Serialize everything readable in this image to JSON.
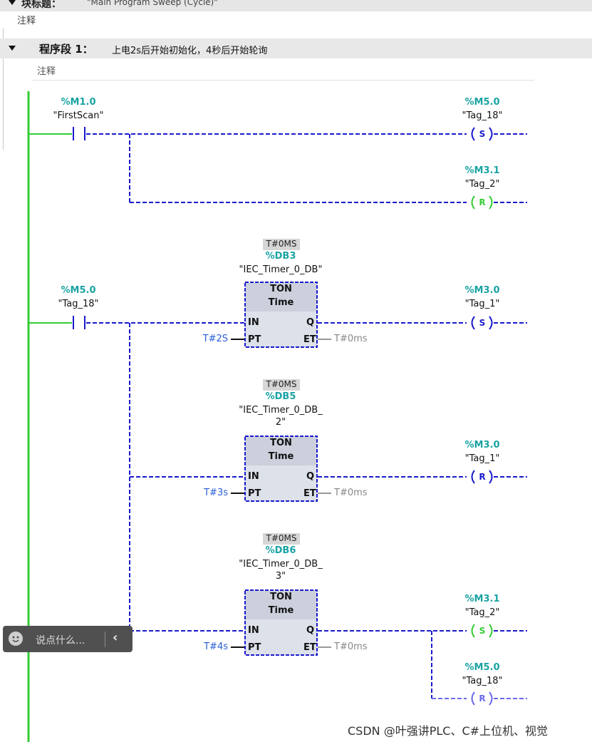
{
  "block_header": {
    "title": "块标题：",
    "value": "\"Main Program Sweep (Cycle)\""
  },
  "block_comment": "注释",
  "segment": {
    "label": "程序段 1：",
    "text": "上电2s后开始初始化，4秒后开始轮询",
    "comment": "注释"
  },
  "rung1": {
    "contact": {
      "address": "%M1.0",
      "tag": "\"FirstScan\""
    },
    "coil_set": {
      "address": "%M5.0",
      "tag": "\"Tag_18\"",
      "symbol": "S"
    },
    "coil_reset": {
      "address": "%M3.1",
      "tag": "\"Tag_2\"",
      "symbol": "R"
    }
  },
  "rung2": {
    "contact": {
      "address": "%M5.0",
      "tag": "\"Tag_18\""
    },
    "timers": [
      {
        "badge": "T#0MS",
        "db": "%DB3",
        "instance": "\"IEC_Timer_0_DB\"",
        "type": "TON",
        "subtype": "Time",
        "pin_in": "IN",
        "pin_pt": "PT",
        "pin_q": "Q",
        "pin_et": "ET",
        "pt_value": "T#2S",
        "et_value": "T#0ms",
        "coil": {
          "address": "%M3.0",
          "tag": "\"Tag_1\"",
          "symbol": "S"
        }
      },
      {
        "badge": "T#0MS",
        "db": "%DB5",
        "instance_l1": "\"IEC_Timer_0_DB_",
        "instance_l2": "2\"",
        "type": "TON",
        "subtype": "Time",
        "pin_in": "IN",
        "pin_pt": "PT",
        "pin_q": "Q",
        "pin_et": "ET",
        "pt_value": "T#3s",
        "et_value": "T#0ms",
        "coil": {
          "address": "%M3.0",
          "tag": "\"Tag_1\"",
          "symbol": "R"
        }
      },
      {
        "badge": "T#0MS",
        "db": "%DB6",
        "instance_l1": "\"IEC_Timer_0_DB_",
        "instance_l2": "3\"",
        "type": "TON",
        "subtype": "Time",
        "pin_in": "IN",
        "pin_pt": "PT",
        "pin_q": "Q",
        "pin_et": "ET",
        "pt_value": "T#4s",
        "et_value": "T#0ms",
        "coil": {
          "address": "%M3.1",
          "tag": "\"Tag_2\"",
          "symbol": "S"
        },
        "coil2": {
          "address": "%M5.0",
          "tag": "\"Tag_18\"",
          "symbol": "R"
        }
      }
    ]
  },
  "chat": {
    "placeholder": "说点什么..."
  },
  "watermark": "CSDN @叶强讲PLC、C#上位机、视觉",
  "colors": {
    "power_rail": "#33cc33",
    "wire": "#1a1acc",
    "set_coil": "#1a1acc",
    "reset_coil_rung1": "#33cc33",
    "reset_coil_timer": "#1a1acc",
    "set_coil_timer3": "#33cc33",
    "reset_coil_last": "#6a6aee",
    "address": "#1aa3a3",
    "time_value": "#2a5fd6",
    "timer_box": "#dde1ea"
  },
  "icons": [
    "collapse-triangle-icon",
    "contact-icon",
    "coil-icon",
    "smiley-icon",
    "chevron-left-icon"
  ]
}
